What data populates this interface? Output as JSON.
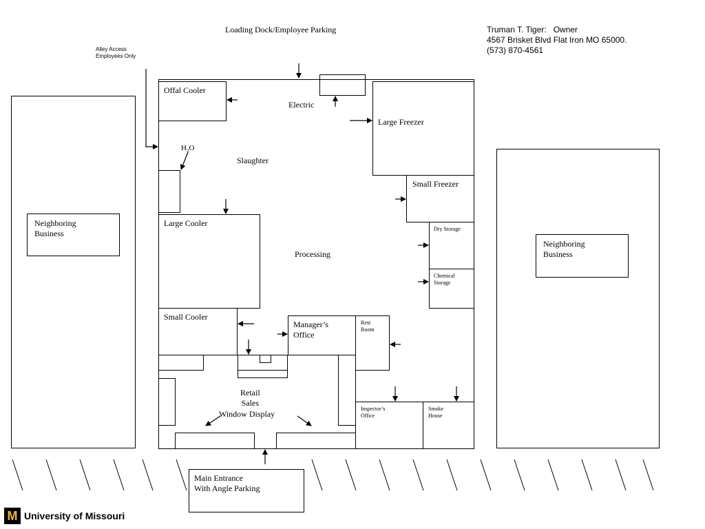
{
  "header": {
    "dock_label": "Loading Dock/Employee Parking",
    "alley_label": "Alley Access\nEmployees Only"
  },
  "owner": {
    "name_line": "Truman T. Tiger:   Owner",
    "address_line": "4567 Brisket Blvd Flat Iron MO 65000.",
    "phone_line": "(573) 870-4561"
  },
  "rooms": {
    "offal_cooler": "Offal Cooler",
    "electric": "Electric",
    "large_freezer": "Large Freezer",
    "water": "H2O",
    "slaughter": "Slaughter",
    "small_freezer": "Small Freezer",
    "large_cooler": "Large Cooler",
    "dry_storage": "Dry Storage",
    "processing": "Processing",
    "chemical_storage": "Chemical\nStorage",
    "small_cooler": "Small Cooler",
    "managers_office": "Manager’s\nOffice",
    "rest_room": "Rest\nRoom",
    "retail_sales": "Retail\nSales",
    "window_display": "Window Display",
    "inspectors_office": "Inspector’s\nOffice",
    "smoke_house": "Smoke\nHouse"
  },
  "neighbors": {
    "left": "Neighboring\nBusiness",
    "right": "Neighboring\nBusiness"
  },
  "entrance": {
    "label": "Main Entrance\nWith Angle Parking"
  },
  "footer": {
    "university_name": "University of Missouri",
    "logo_letter": "M",
    "logo_color": "#f1b82d"
  }
}
